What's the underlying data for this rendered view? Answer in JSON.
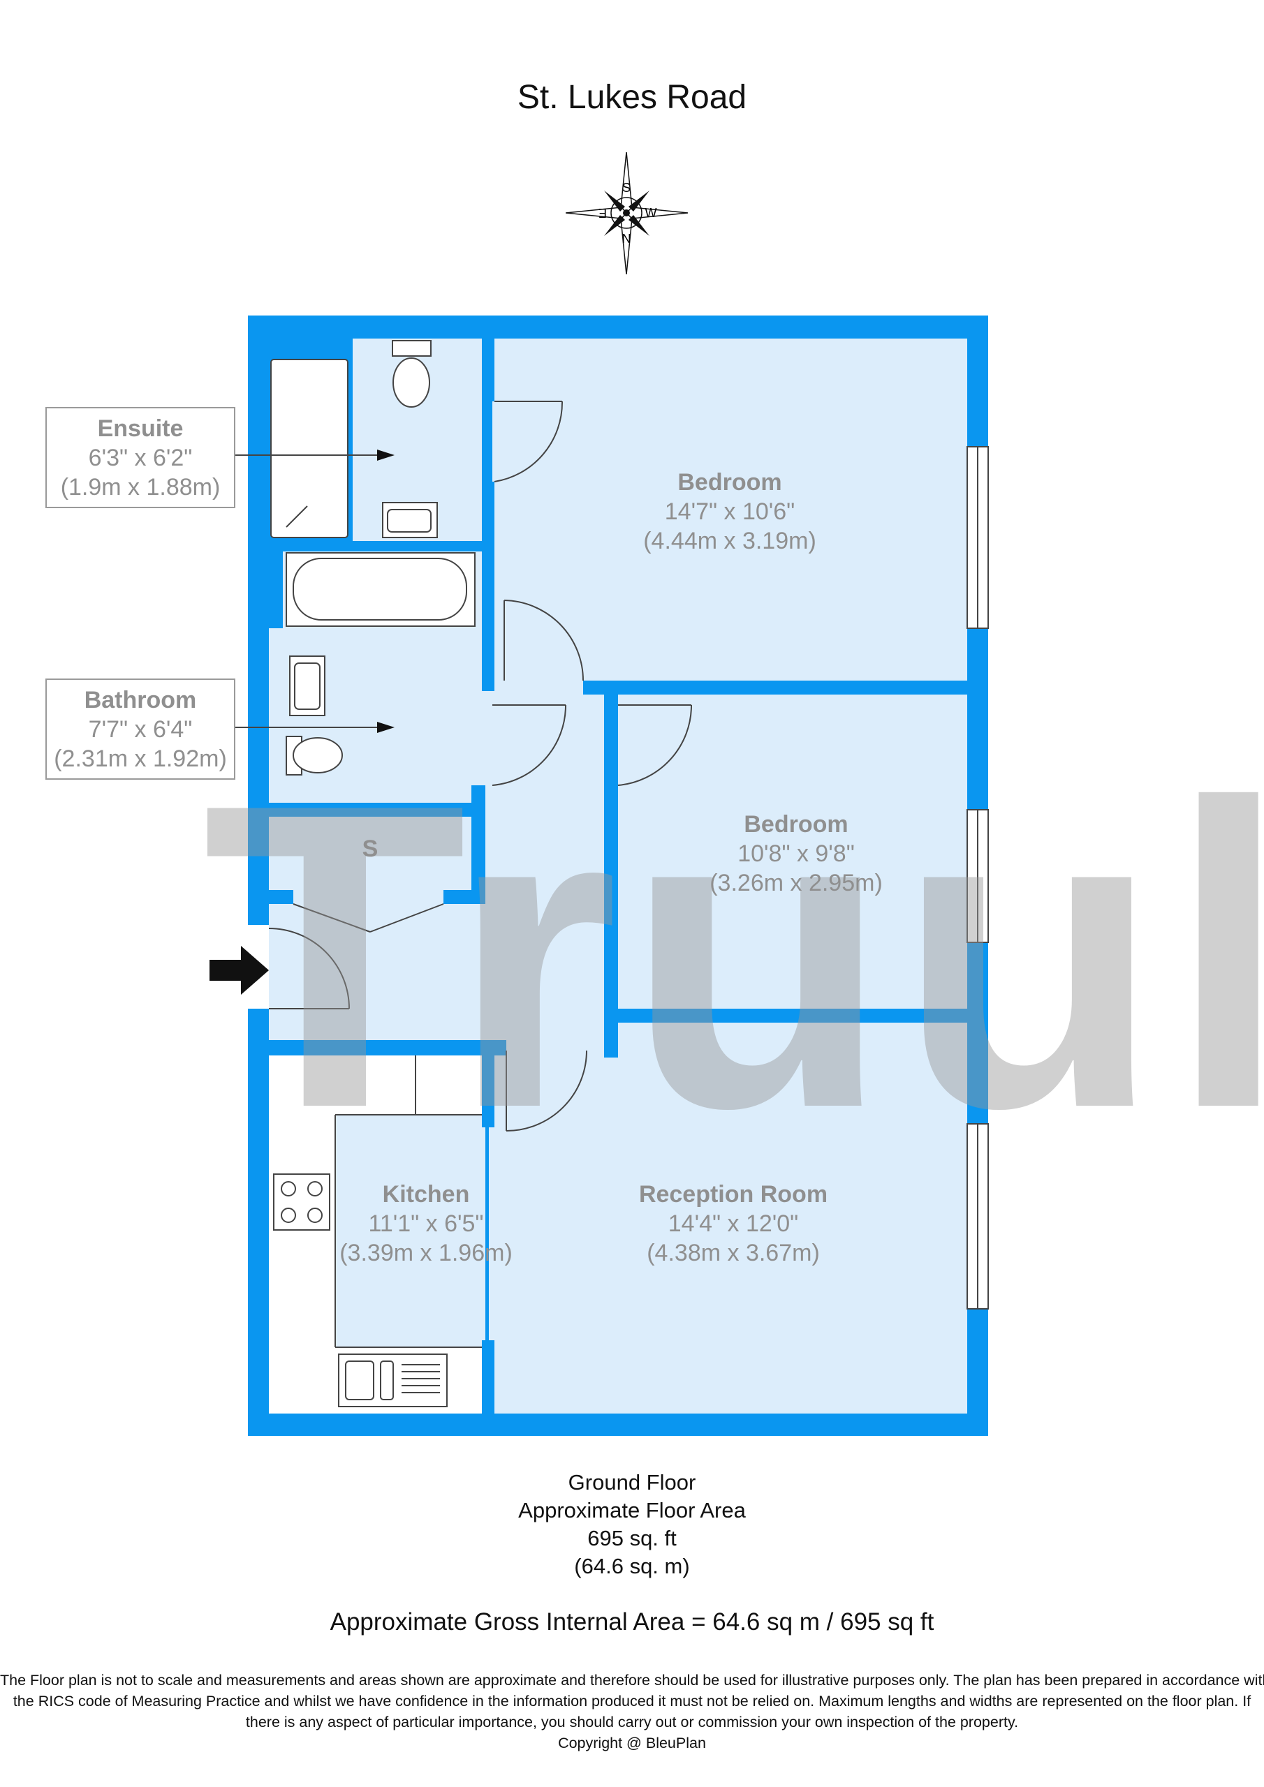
{
  "title": "St. Lukes Road",
  "compass": {
    "n": "N",
    "s": "S",
    "e": "E",
    "w": "W"
  },
  "watermark": "Truuli",
  "rooms": {
    "ensuite": {
      "name": "Ensuite",
      "dim_imperial": "6'3\" x 6'2\"",
      "dim_metric": "(1.9m x 1.88m)"
    },
    "bathroom": {
      "name": "Bathroom",
      "dim_imperial": "7'7\" x 6'4\"",
      "dim_metric": "(2.31m x 1.92m)"
    },
    "bedroom1": {
      "name": "Bedroom",
      "dim_imperial": "14'7\" x 10'6\"",
      "dim_metric": "(4.44m x 3.19m)"
    },
    "bedroom2": {
      "name": "Bedroom",
      "dim_imperial": "10'8\" x 9'8\"",
      "dim_metric": "(3.26m x 2.95m)"
    },
    "kitchen": {
      "name": "Kitchen",
      "dim_imperial": "11'1\" x 6'5\"",
      "dim_metric": "(3.39m x 1.96m)"
    },
    "reception": {
      "name": "Reception Room",
      "dim_imperial": "14'4\" x 12'0\"",
      "dim_metric": "(4.38m x 3.67m)"
    },
    "store": {
      "name": "S"
    }
  },
  "footer": {
    "floor": "Ground Floor",
    "area_label": "Approximate Floor Area",
    "area_sqft": "695 sq. ft",
    "area_sqm": "(64.6 sq. m)"
  },
  "gross_area": "Approximate Gross Internal Area = 64.6 sq m / 695 sq ft",
  "disclaimer": {
    "line1": "The Floor plan is not to scale and measurements and areas shown are approximate and therefore should be used for illustrative purposes only. The plan has been prepared in accordance with",
    "line2": "the RICS code of Measuring Practice and whilst we have confidence in the information produced it must not be relied on. Maximum lengths and widths are represented on the floor plan. If",
    "line3": "there is any aspect of particular importance, you should carry out or commission your own inspection of the property.",
    "copyright": "Copyright @ BleuPlan"
  },
  "colors": {
    "wall": "#0a96f0",
    "floor": "#dcedfb",
    "fixture_stroke": "#444444",
    "text_grey": "#8f8f8f"
  }
}
